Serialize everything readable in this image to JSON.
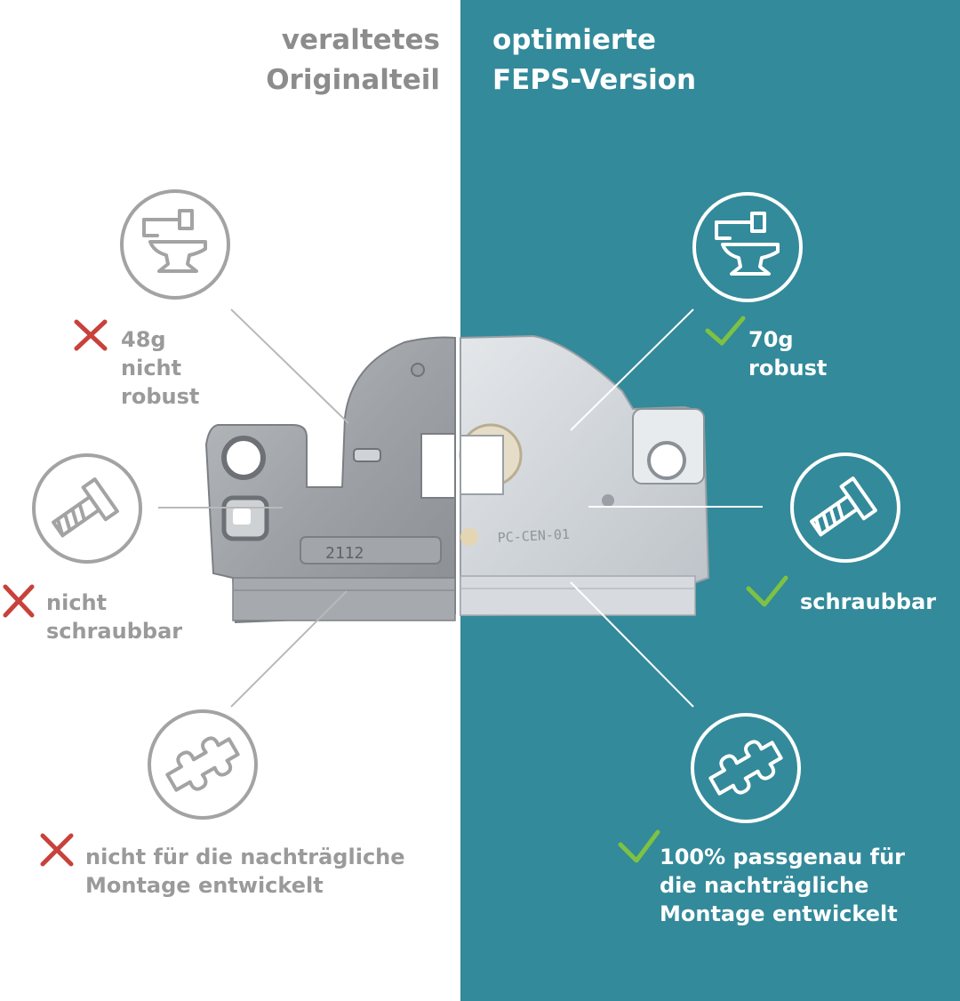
{
  "header": {
    "left_title": [
      "veraltetes",
      "Originalteil"
    ],
    "right_title": [
      "optimierte",
      "FEPS-Version"
    ]
  },
  "colors": {
    "teal": "#338a9a",
    "grey_text": "#9a9a9a",
    "cross_red": "#c8413b",
    "check_green": "#7ec242"
  },
  "part": {
    "old_stamp": "2112",
    "new_stamp": "PC-CEN-01"
  },
  "left_features": [
    {
      "icon": "anvil-icon",
      "mark": "cross-icon",
      "lines": [
        "48g",
        "nicht",
        "robust"
      ]
    },
    {
      "icon": "screw-icon",
      "mark": "cross-icon",
      "lines": [
        "nicht",
        "schraubbar"
      ]
    },
    {
      "icon": "puzzle-icon",
      "mark": "cross-icon",
      "lines": [
        "nicht für die nachträgliche",
        "Montage entwickelt"
      ]
    }
  ],
  "right_features": [
    {
      "icon": "anvil-icon",
      "mark": "check-icon",
      "lines": [
        "70g",
        "robust"
      ]
    },
    {
      "icon": "screw-icon",
      "mark": "check-icon",
      "lines": [
        "schraubbar"
      ]
    },
    {
      "icon": "puzzle-icon",
      "mark": "check-icon",
      "lines": [
        "100% passgenau für",
        "die nachträgliche",
        "Montage entwickelt"
      ]
    }
  ]
}
